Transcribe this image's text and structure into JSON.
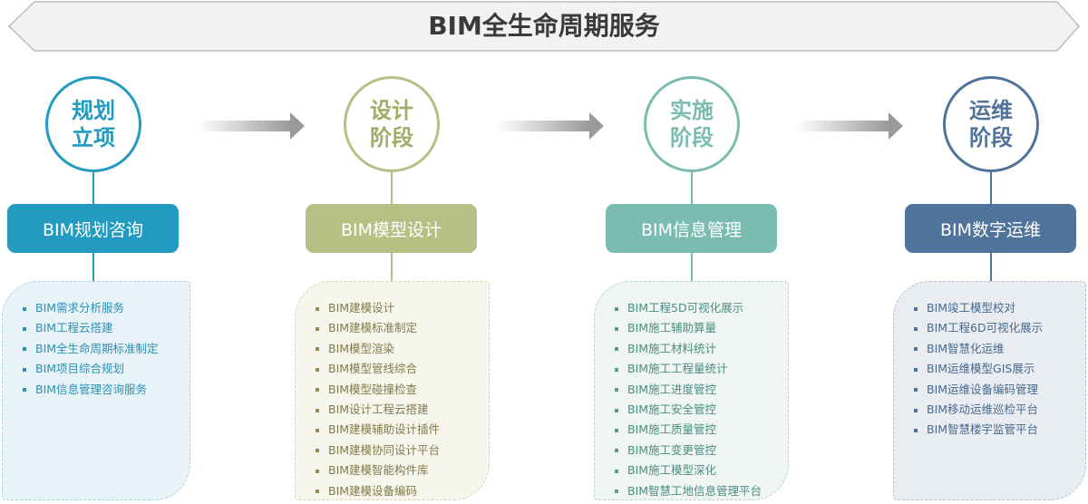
{
  "title": "BIM全生命周期服务",
  "colors": {
    "stage1": "#239AC0",
    "stage2": "#B8BF84",
    "stage3": "#7BBCB0",
    "stage4": "#4F739A"
  },
  "stages": [
    {
      "circle_line1": "规划",
      "circle_line2": "立项",
      "button": "BIM规划咨询",
      "items": [
        "BIM需求分析服务",
        "BIM工程云搭建",
        "BIM全生命周期标准制定",
        "BIM项目综合规划",
        "BIM信息管理咨询服务"
      ]
    },
    {
      "circle_line1": "设计",
      "circle_line2": "阶段",
      "button": "BIM模型设计",
      "items": [
        "BIM建模设计",
        "BIM建模标准制定",
        "BIM模型渲染",
        "BIM模型管线综合",
        "BIM模型碰撞检查",
        "BIM设计工程云搭建",
        "BIM建模辅助设计插件",
        "BIM建模协同设计平台",
        "BIM建模智能构件库",
        "BIM建模设备编码"
      ]
    },
    {
      "circle_line1": "实施",
      "circle_line2": "阶段",
      "button": "BIM信息管理",
      "items": [
        "BIM工程5D可视化展示",
        "BIM施工辅助算量",
        "BIM施工材料统计",
        "BIM施工工程量统计",
        "BIM施工进度管控",
        "BIM施工安全管控",
        "BIM施工质量管控",
        "BIM施工变更管控",
        "BIM施工模型深化",
        "BIM智慧工地信息管理平台"
      ]
    },
    {
      "circle_line1": "运维",
      "circle_line2": "阶段",
      "button": "BIM数字运维",
      "items": [
        "BIM竣工模型校对",
        "BIM工程6D可视化展示",
        "BIM智慧化运维",
        "BIM运维模型GIS展示",
        "BIM运维设备编码管理",
        "BIM移动运维巡检平台",
        "BIM智慧楼宇监管平台"
      ]
    }
  ]
}
